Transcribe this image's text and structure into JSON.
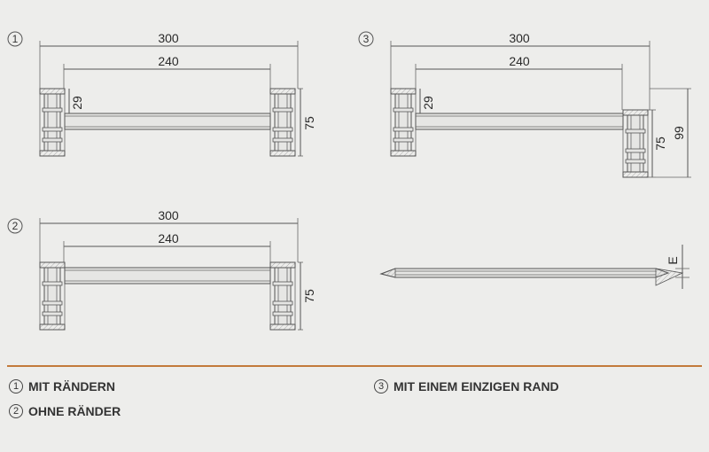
{
  "diagrams": [
    {
      "marker": "1",
      "width_outer": "300",
      "width_inner": "240",
      "lip": "29",
      "height": "75"
    },
    {
      "marker": "2",
      "width_outer": "300",
      "width_inner": "240",
      "height": "75"
    },
    {
      "marker": "3",
      "width_outer": "300",
      "width_inner": "240",
      "lip": "29",
      "height": "75",
      "height_total": "99"
    }
  ],
  "section_label": "E",
  "legend": [
    {
      "marker": "1",
      "text": "MIT RÄNDERN"
    },
    {
      "marker": "2",
      "text": "OHNE RÄNDER"
    },
    {
      "marker": "3",
      "text": "MIT EINEM EINZIGEN RAND"
    }
  ],
  "colors": {
    "divider": "#c37a3b",
    "background": "#ededeb"
  }
}
